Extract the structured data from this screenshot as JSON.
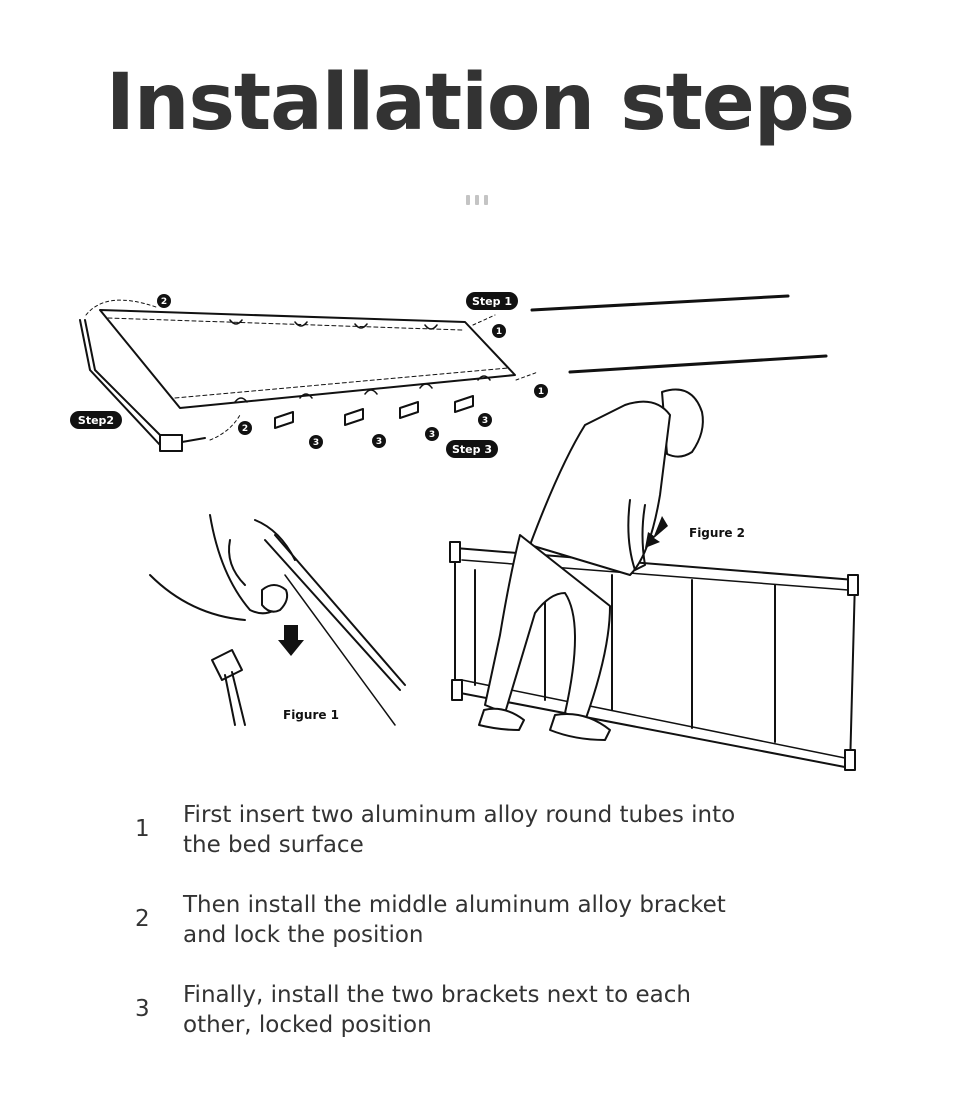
{
  "title": "Installation steps",
  "diagram_labels": {
    "step1": "Step 1",
    "step2": "Step2",
    "step3": "Step 3",
    "figure1": "Figure 1",
    "figure2": "Figure 2",
    "n1": "1",
    "n2": "2",
    "n3": "3"
  },
  "steps": [
    {
      "number": "1",
      "text": "First insert two aluminum alloy round tubes into the bed surface"
    },
    {
      "number": "2",
      "text": "Then install the middle aluminum alloy bracket and lock the position"
    },
    {
      "number": "3",
      "text": "Finally, install the two brackets next to each other, locked position"
    }
  ]
}
